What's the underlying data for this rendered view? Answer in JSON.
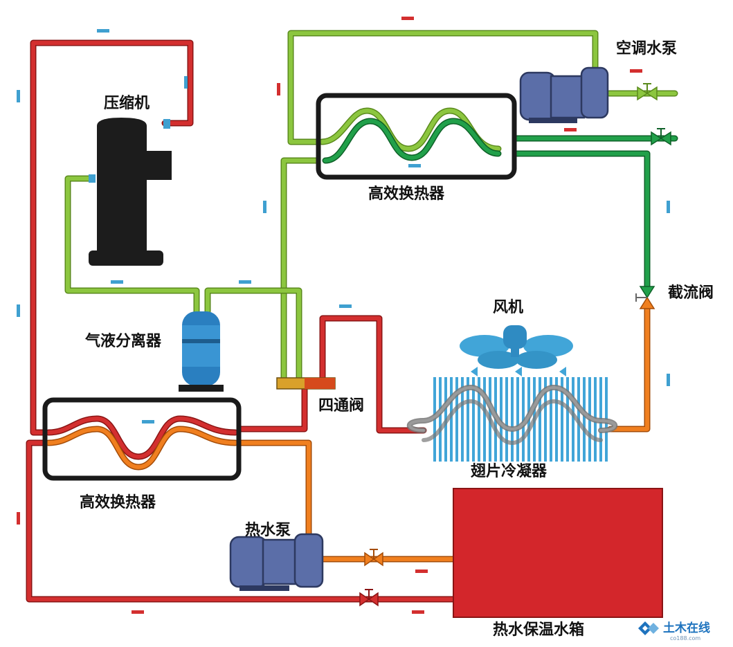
{
  "labels": {
    "compressor": "压缩机",
    "ac_pump": "空调水泵",
    "hx_top": "高效换热器",
    "throttle": "截流阀",
    "fan": "风机",
    "separator": "气液分离器",
    "four_way_valve": "四通阀",
    "hx_bottom": "高效换热器",
    "condenser": "翅片冷凝器",
    "hot_pump": "热水泵",
    "tank": "热水保温水箱"
  },
  "watermark": {
    "text": "土木在线",
    "sub": "co188.com"
  },
  "colors": {
    "red": "#d32f2f",
    "orange": "#f07f1f",
    "light_green": "#8cc63f",
    "dark_green": "#21a04a",
    "pump_blue": "#5b6ea8",
    "fan_blue": "#41a5d8",
    "tank_red": "#d3262b",
    "black": "#1a1a1a"
  }
}
